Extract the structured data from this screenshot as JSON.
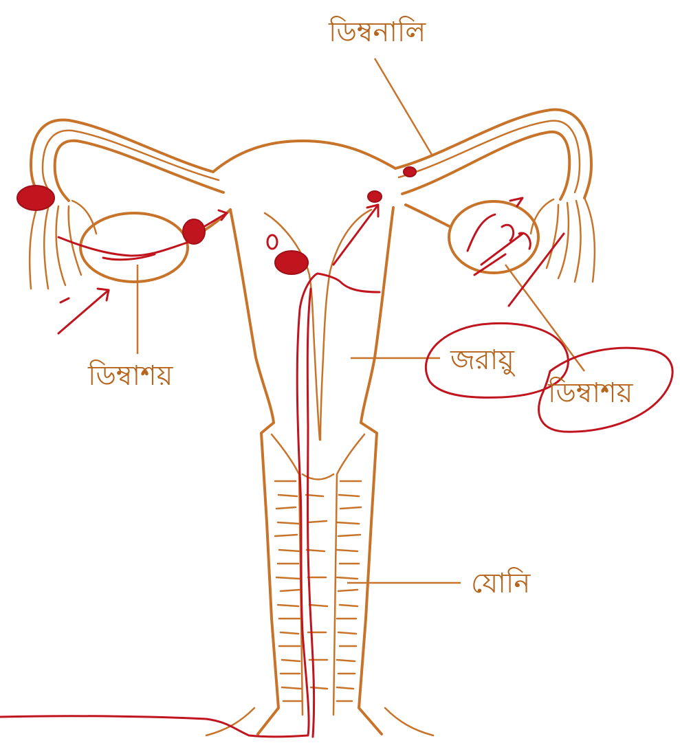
{
  "labels": {
    "fallopian_tube": "ডিম্বনালি",
    "left_ovary": "ডিম্বাশয়",
    "uterus": "জরায়ু",
    "right_ovary": "ডিম্বাশয়",
    "vagina": "যোনি"
  },
  "colors": {
    "outline": "#c8732a",
    "label_text": "#b5651d",
    "annotation_ink": "#c0141e",
    "background": "#ffffff"
  }
}
